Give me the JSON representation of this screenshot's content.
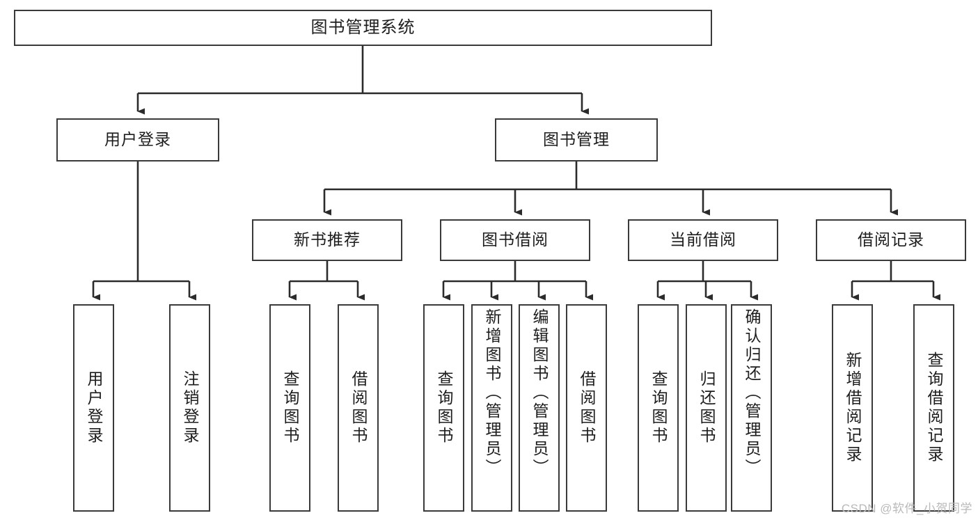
{
  "diagram": {
    "type": "tree",
    "title": "图书管理系统",
    "orientation": "top-down",
    "colors": {
      "box_border": "#3a3a3a",
      "box_fill": "#ffffff",
      "edge": "#2b2b2b",
      "text": "#1d1d1d",
      "watermark": "#b9b9b9"
    },
    "nodes": {
      "root": {
        "label": "图书管理系统"
      },
      "level2": [
        {
          "label": "用户登录"
        },
        {
          "label": "图书管理"
        }
      ],
      "level3": [
        {
          "label": "新书推荐"
        },
        {
          "label": "图书借阅"
        },
        {
          "label": "当前借阅"
        },
        {
          "label": "借阅记录"
        }
      ],
      "leaves_user_login": [
        {
          "label": "用户登录"
        },
        {
          "label": "注销登录"
        }
      ],
      "leaves_new_book": [
        {
          "label": "查询图书"
        },
        {
          "label": "借阅图书"
        }
      ],
      "leaves_borrow": [
        {
          "label": "查询图书"
        },
        {
          "label": "新增图书（管理员）"
        },
        {
          "label": "编辑图书（管理员）"
        },
        {
          "label": "借阅图书"
        }
      ],
      "leaves_current": [
        {
          "label": "查询图书"
        },
        {
          "label": "归还图书"
        },
        {
          "label": "确认归还（管理员）"
        }
      ],
      "leaves_record": [
        {
          "label": "新增借阅记录"
        },
        {
          "label": "查询借阅记录"
        }
      ]
    }
  },
  "watermark": {
    "text": "CSDN @软件_小贺同学"
  }
}
